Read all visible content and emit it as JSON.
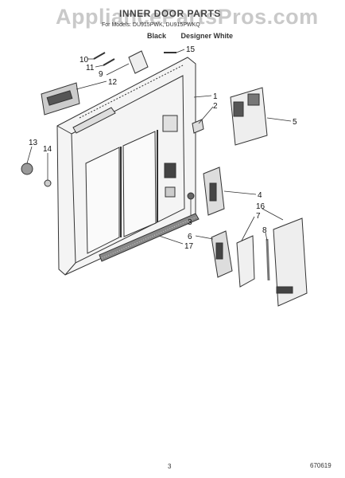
{
  "watermark": "AppliancePartsPros.com",
  "title": "INNER DOOR PARTS",
  "models": "For Models: DU915PWK, DU915PWKQ",
  "variants": [
    "Black",
    "Designer White"
  ],
  "footer": {
    "page": "3",
    "code": "670619"
  },
  "callouts": {
    "c1": "1",
    "c2": "2",
    "c3": "3",
    "c4": "4",
    "c5": "5",
    "c6": "6",
    "c7": "7",
    "c8": "8",
    "c9": "9",
    "c10": "10",
    "c11": "11",
    "c12": "12",
    "c13": "13",
    "c14": "14",
    "c15": "15",
    "c16": "16",
    "c17": "17"
  }
}
